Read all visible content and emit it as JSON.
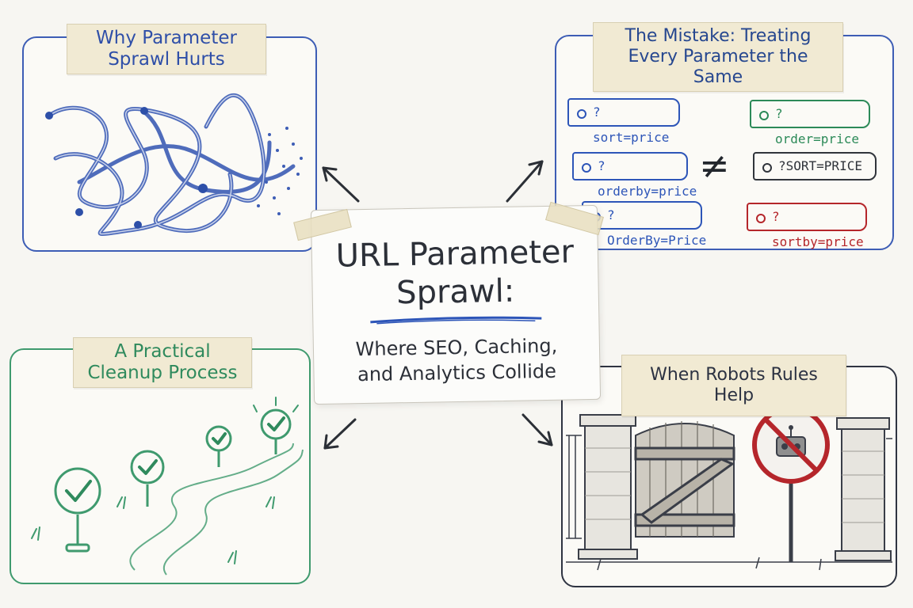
{
  "center": {
    "title_line1": "URL Parameter",
    "title_line2": "Sprawl:",
    "subtitle_line1": "Where SEO, Caching,",
    "subtitle_line2": "and Analytics Collide"
  },
  "panels": {
    "why": {
      "title_line1": "Why Parameter",
      "title_line2": "Sprawl Hurts"
    },
    "mistake": {
      "title_line1": "The Mistake: Treating",
      "title_line2": "Every Parameter the Same",
      "params_left": [
        "?sort=price",
        "?orderby=price",
        "?OrderBy=Price"
      ],
      "params_right": [
        "?order=price",
        "?SORT=PRICE",
        "?sortby=price"
      ],
      "neq_symbol": "≠"
    },
    "cleanup": {
      "title_line1": "A Practical",
      "title_line2": "Cleanup Process"
    },
    "robots": {
      "title": "When Robots Rules Help"
    }
  },
  "colors": {
    "blue": "#3d5db5",
    "green": "#3f9a6e",
    "dark": "#2f3442",
    "red": "#b5262b"
  },
  "icons": [
    "tangled-path-icon",
    "checkmark-icon",
    "gate-icon",
    "no-robot-sign-icon"
  ]
}
